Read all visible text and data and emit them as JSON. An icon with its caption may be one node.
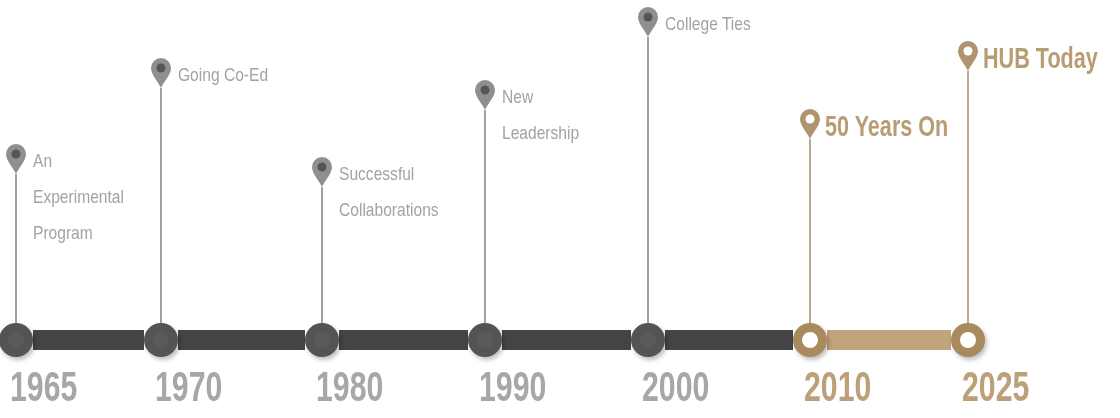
{
  "diagram": {
    "nodes": [
      {
        "text": [
          "An Experimental Program"
        ]
      },
      {
        "text": [
          "Going Co-Ed"
        ]
      },
      {
        "text": [
          "Successful Collaborations"
        ]
      },
      {
        "text": [
          "New Leadership"
        ]
      },
      {
        "text": [
          "College Ties"
        ]
      },
      {
        "text": [
          "50 Years On"
        ]
      },
      {
        "text": [
          "HUB Today"
        ]
      },
      {
        "text": [],
        "shape": "circle",
        "beside": [
          "1965"
        ]
      },
      {
        "text": [],
        "shape": "circle",
        "beside": [
          "1970"
        ]
      },
      {
        "text": [],
        "shape": "circle",
        "beside": [
          "1980"
        ]
      },
      {
        "text": [],
        "shape": "circle",
        "beside": [
          "1990"
        ]
      },
      {
        "text": [],
        "shape": "circle",
        "beside": [
          "2000"
        ]
      },
      {
        "text": [],
        "shape": "circle",
        "beside": [
          "2010"
        ]
      },
      {
        "text": [],
        "shape": "circle",
        "beside": [
          "2025"
        ]
      }
    ],
    "edges": [
      {
        "from": 0,
        "to": 7,
        "arrow": "none"
      },
      {
        "from": 1,
        "to": 8,
        "arrow": "none"
      },
      {
        "from": 2,
        "to": 9,
        "arrow": "none"
      },
      {
        "from": 3,
        "to": 10,
        "arrow": "none"
      },
      {
        "from": 4,
        "to": 11,
        "arrow": "none"
      },
      {
        "from": 5,
        "to": 12,
        "arrow": "none",
        "color": "#9b7b52"
      },
      {
        "from": 6,
        "to": 13,
        "arrow": "none",
        "color": "#9b7b52"
      },
      {
        "from": 7,
        "to": 8,
        "arrow": "none",
        "style": "thick"
      },
      {
        "from": 8,
        "to": 9,
        "arrow": "none",
        "style": "thick"
      },
      {
        "from": 9,
        "to": 10,
        "arrow": "none",
        "style": "thick"
      },
      {
        "from": 10,
        "to": 11,
        "arrow": "none",
        "style": "thick"
      },
      {
        "from": 11,
        "to": 12,
        "arrow": "none",
        "style": "thick"
      },
      {
        "from": 12,
        "to": 13,
        "arrow": "none",
        "style": "thick",
        "color": "#c0a47c"
      }
    ]
  }
}
